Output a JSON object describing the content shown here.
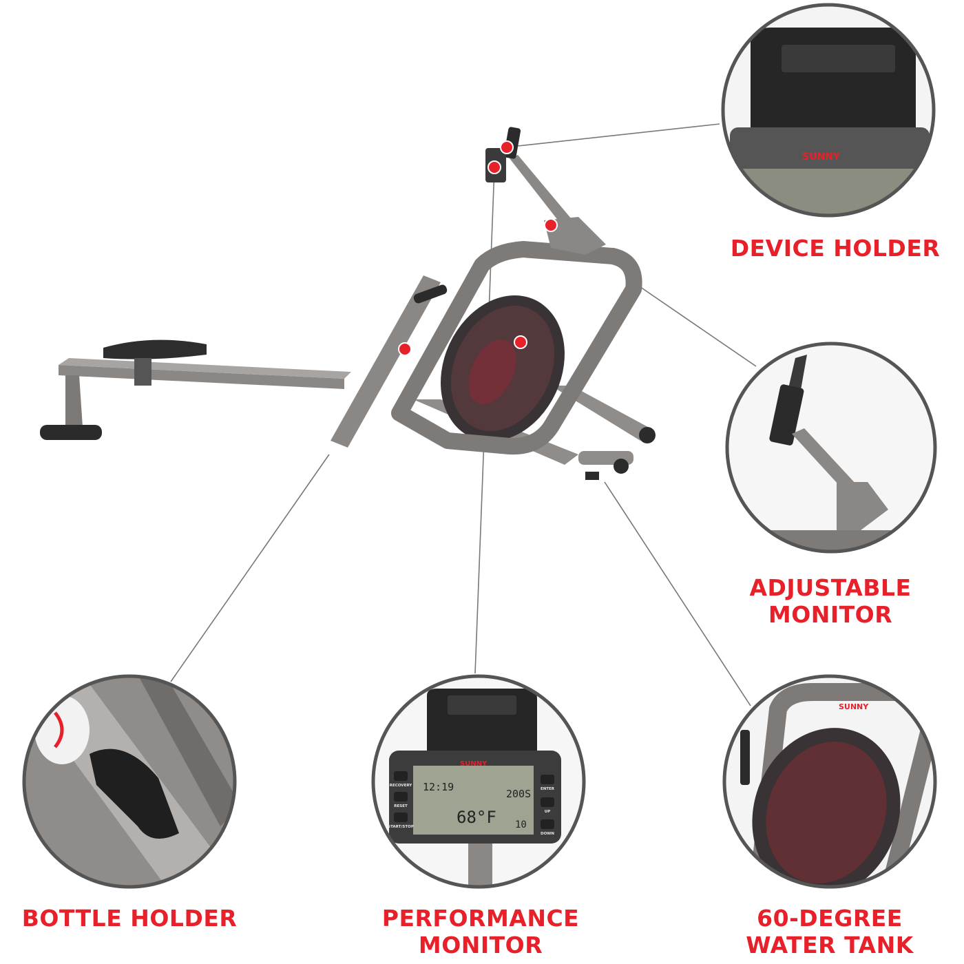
{
  "brand": "SUNNY",
  "accent_color": "#e8202a",
  "callouts": [
    {
      "id": "device-holder",
      "lines": [
        "DEVICE HOLDER"
      ]
    },
    {
      "id": "adjustable-monitor",
      "lines": [
        "ADJUSTABLE",
        "MONITOR"
      ]
    },
    {
      "id": "bottle-holder",
      "lines": [
        "BOTTLE HOLDER"
      ]
    },
    {
      "id": "performance-monitor",
      "lines": [
        "PERFORMANCE",
        "MONITOR"
      ]
    },
    {
      "id": "water-tank",
      "lines": [
        "60-DEGREE",
        "WATER TANK"
      ]
    }
  ],
  "monitor_display": {
    "time": "12:19",
    "distance": "200S",
    "temperature": "68°F",
    "count": "10",
    "buttons": [
      "RECOVERY",
      "RESET",
      "START/STOP",
      "ENTER",
      "UP",
      "DOWN"
    ]
  }
}
